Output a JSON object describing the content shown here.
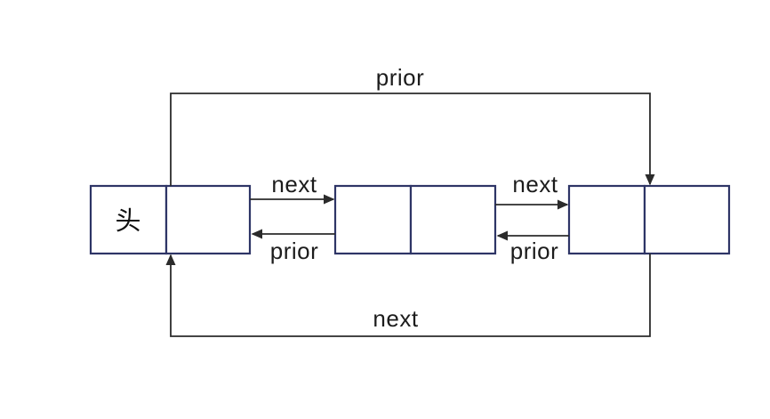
{
  "diagram": {
    "type": "circular-doubly-linked-list",
    "background_color": "#ffffff",
    "colors": {
      "node_border": "#2e3566",
      "arrow_line": "#2b2b2b",
      "label_text": "#1c1c1c"
    },
    "nodes": [
      {
        "id": "head",
        "left_cell_text": "头",
        "right_cell_text": ""
      },
      {
        "id": "node-2",
        "left_cell_text": "",
        "right_cell_text": ""
      },
      {
        "id": "node-3",
        "left_cell_text": "",
        "right_cell_text": ""
      }
    ],
    "labels": {
      "prior_top_loop": "prior",
      "next_1": "next",
      "prior_1": "prior",
      "next_2": "next",
      "prior_2": "prior",
      "next_bottom_loop": "next"
    },
    "edges": [
      {
        "from": "head",
        "to": "node-2",
        "label": "next"
      },
      {
        "from": "node-2",
        "to": "head",
        "label": "prior"
      },
      {
        "from": "node-2",
        "to": "node-3",
        "label": "next"
      },
      {
        "from": "node-3",
        "to": "node-2",
        "label": "prior"
      },
      {
        "from": "head",
        "to": "node-3",
        "label": "prior",
        "route": "top-loop"
      },
      {
        "from": "node-3",
        "to": "head",
        "label": "next",
        "route": "bottom-loop"
      }
    ]
  }
}
